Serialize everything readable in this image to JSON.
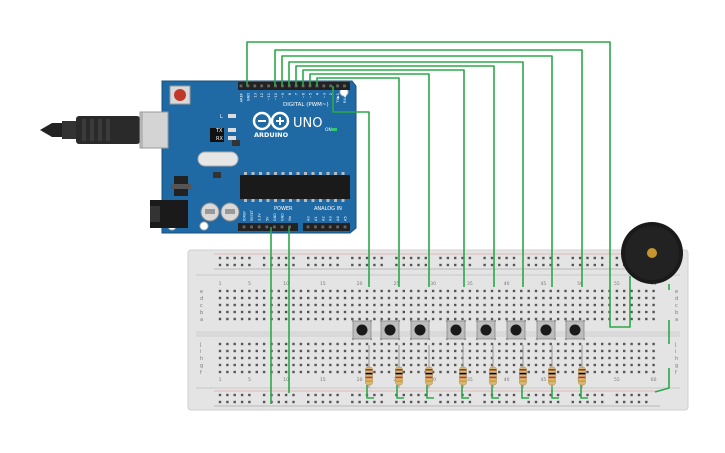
{
  "board": {
    "brand": "ARDUINO",
    "model": "UNO",
    "digital_label": "DIGITAL (PWM~)",
    "power_label": "POWER",
    "analog_label": "ANALOG IN",
    "on_label": "ON",
    "tx_label": "TX",
    "rx_label": "RX",
    "l_label": "L",
    "digital_pins": [
      "AREF",
      "GND",
      "13",
      "12",
      "~11",
      "~10",
      "~9",
      "8",
      "7",
      "~6",
      "~5",
      "4",
      "~3",
      "2",
      "TX▶1",
      "RX◀0"
    ],
    "power_pins": [
      "IOREF",
      "RESET",
      "3.3V",
      "5V",
      "GND",
      "GND",
      "Vin"
    ],
    "analog_pins": [
      "A0",
      "A1",
      "A2",
      "A3",
      "A4",
      "A5"
    ]
  },
  "breadboard": {
    "col_numbers": [
      "1",
      "5",
      "10",
      "15",
      "20",
      "25",
      "30",
      "35",
      "40",
      "45",
      "50",
      "55",
      "60"
    ],
    "row_letters_top": [
      "a",
      "b",
      "c",
      "d",
      "e"
    ],
    "row_letters_bottom": [
      "f",
      "g",
      "h",
      "i",
      "j"
    ]
  },
  "colors": {
    "wire": "#2ba84a",
    "board": "#1f6aa5",
    "breadboard": "#e6e6e6",
    "buzzer": "#1a1a1a"
  },
  "components": {
    "pushbutton_count": 8,
    "resistor_count": 8
  }
}
